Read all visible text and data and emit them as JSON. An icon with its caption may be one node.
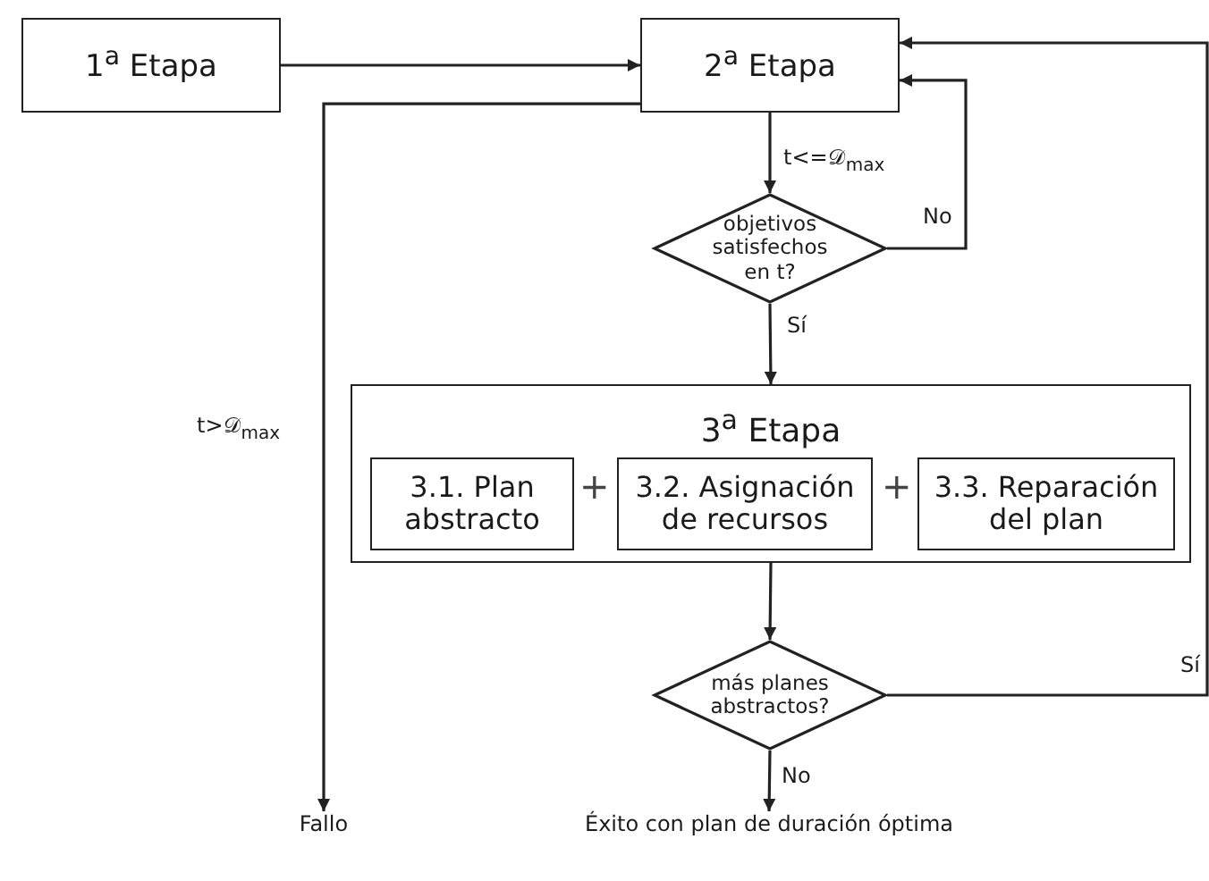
{
  "diagram": {
    "nodes": [
      {
        "text": [
          "1$^{a}$ Etapa"
        ]
      },
      {
        "text": [
          "2$^{a}$ Etapa"
        ]
      },
      {
        "text": [
          "objetivos satisfechos en t?"
        ]
      },
      {
        "text": [
          "3$^{a}$ Etapa"
        ]
      },
      {
        "text": [
          "3.1. Plan abstracto"
        ],
        "in": 3
      },
      {
        "text": [
          "3.2. Asignación de recursos"
        ],
        "in": 3
      },
      {
        "text": [
          "3.3. Reparación del plan"
        ],
        "in": 3
      },
      {
        "text": [
          "más planes abstractos?"
        ]
      },
      {
        "text": [
          "Fallo"
        ]
      },
      {
        "text": [
          "Éxito con plan de duración óptima"
        ]
      }
    ],
    "edges": [
      {
        "from": 0,
        "to": 1,
        "arrow": "to"
      },
      {
        "from": 1,
        "to": 2,
        "arrow": "to",
        "label": "t<=𝒟$_{max}$"
      },
      {
        "from": 2,
        "to": 1,
        "arrow": "to",
        "label": "No"
      },
      {
        "from": 2,
        "to": 3,
        "arrow": "to",
        "label": "Sí"
      },
      {
        "from": 1,
        "to": 8,
        "arrow": "to",
        "label": "t>𝒟$_{max}$"
      },
      {
        "from": 3,
        "to": 7,
        "arrow": "to"
      },
      {
        "from": 7,
        "to": 9,
        "arrow": "to",
        "label": "No"
      },
      {
        "from": 7,
        "to": 1,
        "arrow": "to",
        "label": "Sí"
      }
    ],
    "labels": [
      "+",
      "+"
    ]
  }
}
